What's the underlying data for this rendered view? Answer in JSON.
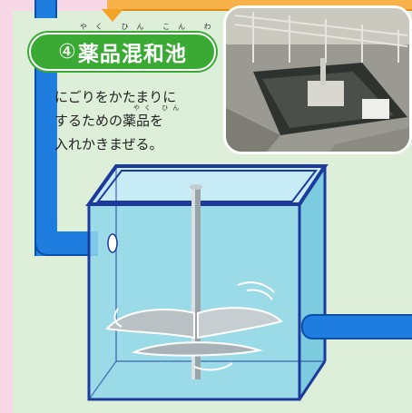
{
  "title": {
    "number": "④",
    "name": "薬品混和池",
    "ruby": "やく ひん こん わ"
  },
  "description": {
    "text": "にごりをかたまりに\nするための薬品を\n入れかきまぜる。",
    "ruby": "やく ひん"
  },
  "photo": {
    "icon": "water-treatment-basin-photo"
  },
  "colors": {
    "background_pink": "#f7d6e6",
    "panel_green": "#ddefd8",
    "pipe_blue": "#1f7de0",
    "pipe_orange": "#f7b24a",
    "badge_green": "#3aaa35",
    "water": "#7fd0e8"
  }
}
